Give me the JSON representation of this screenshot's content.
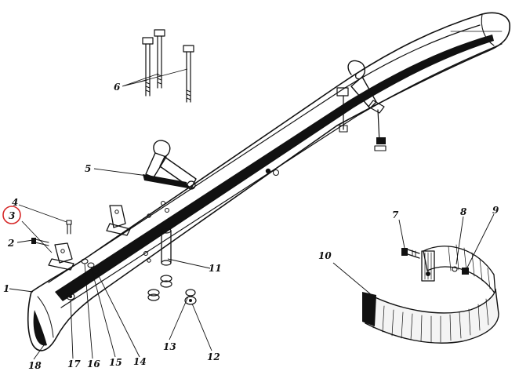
{
  "diagram": {
    "colors": {
      "ink": "#111111",
      "highlight": "#d62828",
      "paper": "#ffffff"
    },
    "highlighted_callout": "3",
    "callouts": {
      "c1": "1",
      "c2": "2",
      "c3": "3",
      "c4": "4",
      "c5": "5",
      "c6": "6",
      "c7": "7",
      "c8": "8",
      "c9": "9",
      "c10": "10",
      "c11": "11",
      "c12": "12",
      "c13": "13",
      "c14": "14",
      "c15": "15",
      "c16": "16",
      "c17": "17",
      "c18": "18"
    }
  }
}
